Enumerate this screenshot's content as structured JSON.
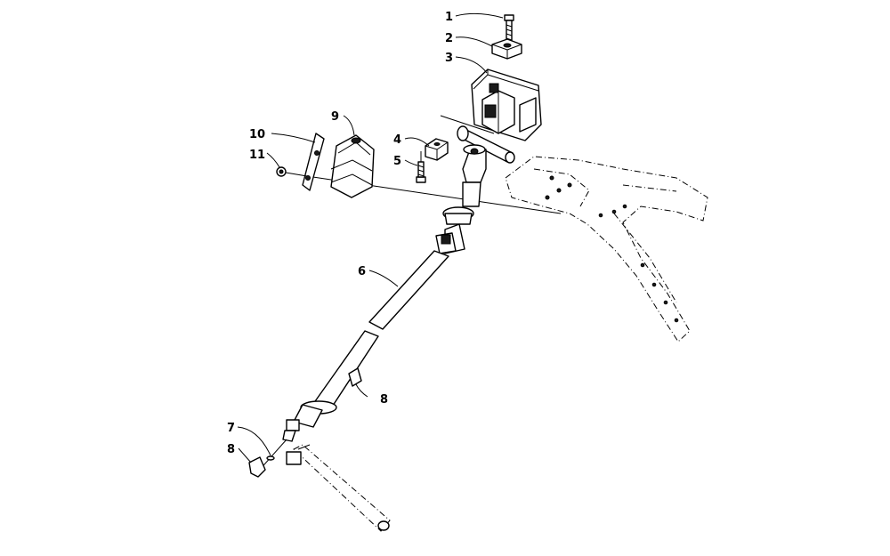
{
  "callouts": [
    {
      "key": "c1",
      "label": "1"
    },
    {
      "key": "c2",
      "label": "2"
    },
    {
      "key": "c3",
      "label": "3"
    },
    {
      "key": "c4",
      "label": "4"
    },
    {
      "key": "c5",
      "label": "5"
    },
    {
      "key": "c6",
      "label": "6"
    },
    {
      "key": "c7",
      "label": "7"
    },
    {
      "key": "c8a",
      "label": "8"
    },
    {
      "key": "c8b",
      "label": "8"
    },
    {
      "key": "c9",
      "label": "9"
    },
    {
      "key": "c10",
      "label": "10"
    },
    {
      "key": "c11",
      "label": "11"
    }
  ]
}
